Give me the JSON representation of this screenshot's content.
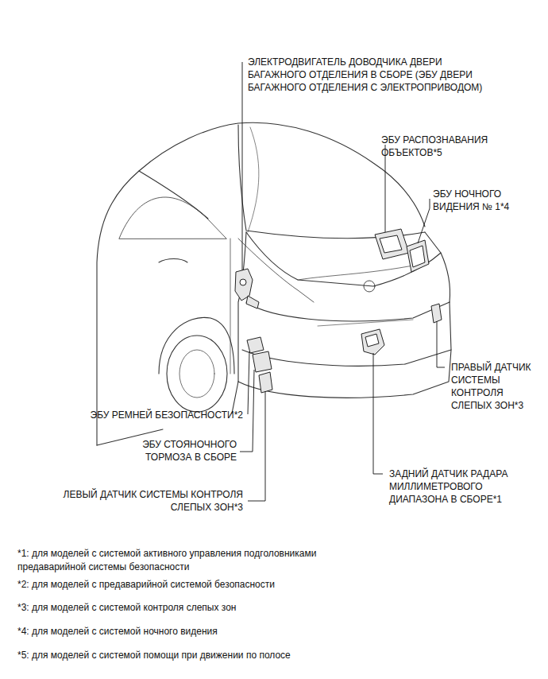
{
  "diagram": {
    "labels": [
      "ЭЛЕКТРОДВИГАТЕЛЬ ДОВОДЧИКА ДВЕРИ БАГАЖНОГО ОТДЕЛЕНИЯ В СБОРЕ (ЭБУ ДВЕРИ БАГАЖНОГО ОТДЕЛЕНИЯ С ЭЛЕКТРОПРИВОДОМ)",
      "ЭБУ РАСПОЗНАВАНИЯ ОБЪЕКТОВ*5",
      "ЭБУ НОЧНОГО ВИДЕНИЯ № 1*4",
      "ПРАВЫЙ ДАТЧИК СИСТЕМЫ КОНТРОЛЯ СЛЕПЫХ ЗОН*3",
      "ЭБУ РЕМНЕЙ БЕЗОПАСНОСТИ*2",
      "ЭБУ СТОЯНОЧНОГО ТОРМОЗА В СБОРЕ",
      "ЛЕВЫЙ ДАТЧИК СИСТЕМЫ КОНТРОЛЯ СЛЕПЫХ ЗОН*3",
      "ЗАДНИЙ ДАТЧИК РАДАРА МИЛЛИМЕТРОВОГО ДИАПАЗОНА В СБОРЕ*1",
      "*1: для моделей с системой активного управления подголовниками предаварийной системы безопасности",
      "*2: для моделей с предаварийной системой безопасности",
      "*3: для моделей с системой контроля слепых зон",
      "*4: для моделей с системой ночного видения",
      "*5: для моделей с системой помощи при движении по полосе"
    ]
  }
}
